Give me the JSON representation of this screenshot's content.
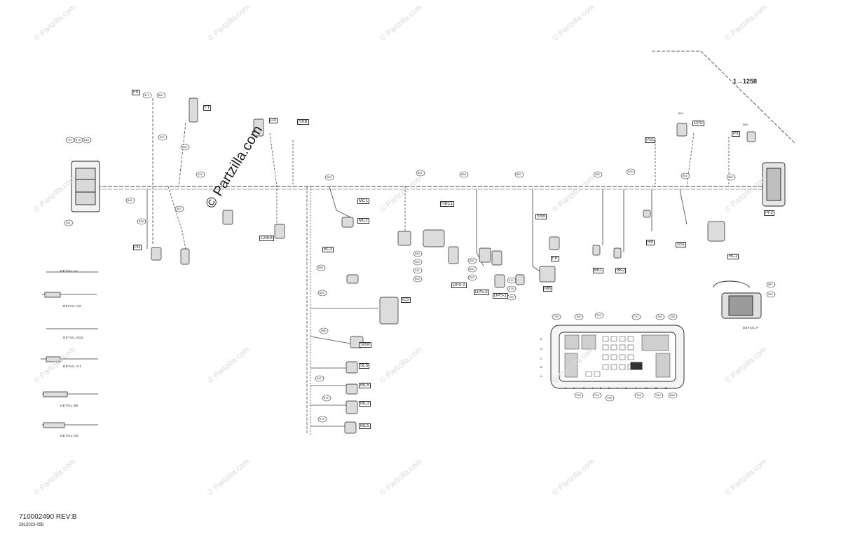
{
  "watermark": "© Partzilla.com",
  "brand_mark": "© Partzilla.com",
  "part_number": "710002490 REV:B",
  "footer_code": "2812023-05b",
  "ref_number": "1→1258",
  "connector_tags": [
    "FS",
    "FT",
    "DX",
    "RRB",
    "CAKH",
    "PD",
    "MC1",
    "MC2",
    "HBC1",
    "BC3",
    "DPS-2",
    "DPS-3",
    "DPS-1",
    "FP",
    "MB",
    "SSB",
    "BK1",
    "BK2",
    "RP",
    "SS1",
    "RC1",
    "CPU",
    "PS1",
    "PX",
    "PF2",
    "ICS",
    "SRW",
    "SLS",
    "MCS",
    "MC3",
    "MCS"
  ],
  "details": [
    "DETAIL A1",
    "DETAIL G0",
    "DETAIL B10",
    "DETAIL G1",
    "DETAIL B9",
    "DETAIL D6",
    "DETAIL F"
  ],
  "ecu_row_letters": [
    "E",
    "D",
    "C",
    "B",
    "A"
  ],
  "ecu_col_numbers": [
    "1",
    "2",
    "3",
    "4",
    "5",
    "6",
    "7",
    "8",
    "9",
    "10",
    "11",
    "12"
  ],
  "callouts": [
    "772",
    "578",
    "848",
    "041",
    "371",
    "860",
    "557",
    "568",
    "644",
    "565",
    "557",
    "538",
    "250",
    "801",
    "808",
    "899",
    "582",
    "594",
    "592",
    "583",
    "585",
    "584",
    "586",
    "592",
    "575",
    "576",
    "859",
    "650",
    "641",
    "654",
    "655",
    "660",
    "665",
    "670",
    "675",
    "753",
    "758",
    "760",
    "765",
    "770",
    "780",
    "785",
    "790",
    "793",
    "795",
    "798",
    "244",
    "566",
    "587",
    "590",
    "594",
    "589"
  ]
}
